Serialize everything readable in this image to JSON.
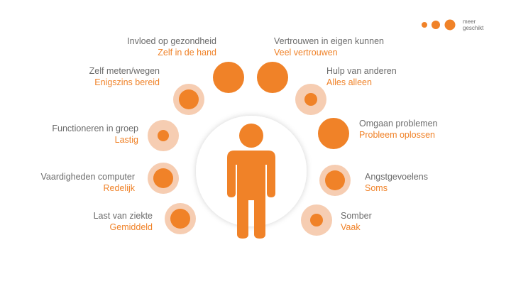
{
  "legend": {
    "text_line1": "meer",
    "text_line2": "geschikt"
  },
  "colors": {
    "accent": "#f08228",
    "halo": "#f6cdb2",
    "label": "#6b6b6b",
    "ring": "#e4e4e4"
  },
  "items": [
    {
      "name": "Invloed op gezondheid",
      "value": "Zelf in de hand",
      "level": 5
    },
    {
      "name": "Vertrouwen in eigen kunnen",
      "value": "Veel vertrouwen",
      "level": 5
    },
    {
      "name": "Zelf meten/wegen",
      "value": "Enigszins bereid",
      "level": 3
    },
    {
      "name": "Hulp van anderen",
      "value": "Alles alleen",
      "level": 2
    },
    {
      "name": "Functioneren in groep",
      "value": "Lastig",
      "level": 1
    },
    {
      "name": "Omgaan problemen",
      "value": "Probleem oplossen",
      "level": 5
    },
    {
      "name": "Vaardigheden computer",
      "value": "Redelijk",
      "level": 3
    },
    {
      "name": "Angstgevoelens",
      "value": "Soms",
      "level": 3
    },
    {
      "name": "Last van ziekte",
      "value": "Gemiddeld",
      "level": 3
    },
    {
      "name": "Somber",
      "value": "Vaak",
      "level": 2
    }
  ]
}
